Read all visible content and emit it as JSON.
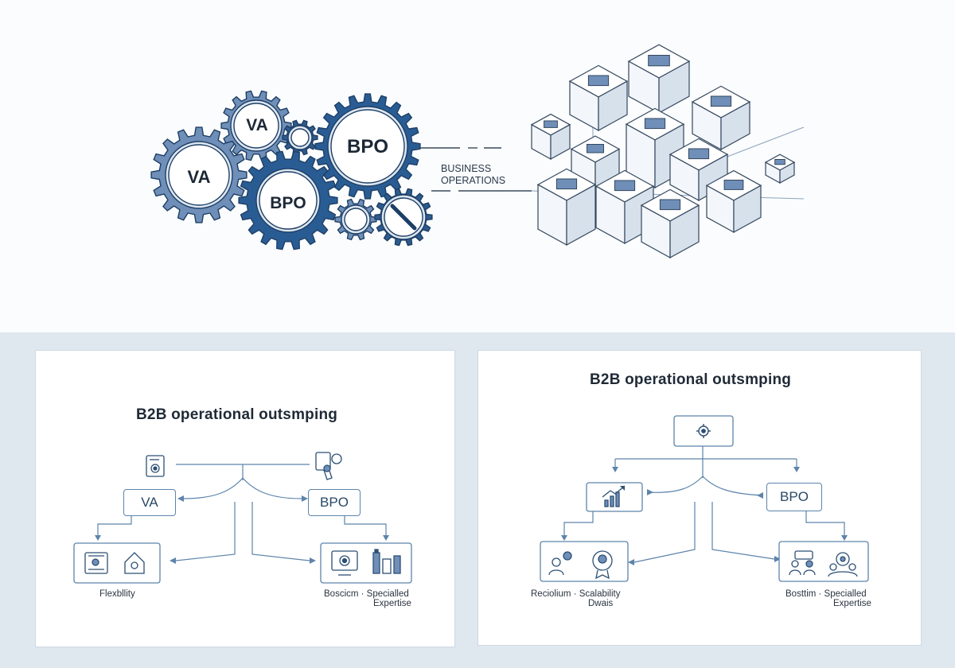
{
  "hero": {
    "gear_labels": [
      "VA",
      "VA",
      "BPO",
      "BPO"
    ],
    "connector_label_line1": "BUSINESS",
    "connector_label_line2": "OPERATIONS"
  },
  "panels": [
    {
      "title": "B2B operational outsmping",
      "nodes": {
        "left": "VA",
        "right": "BPO"
      },
      "captions": {
        "left": "Flexbllity",
        "right_line1": "Boscicm · Specialled",
        "right_line2": "Expertise"
      }
    },
    {
      "title": "B2B operational outsmping",
      "nodes": {
        "left_icon": "chart-icon",
        "right": "BPO"
      },
      "captions": {
        "left_line1": "Reciolium · Scalability",
        "left_line2": "Dwais",
        "right_line1": "Bosttim · Specialled",
        "right_line2": "Expertise"
      }
    }
  ],
  "colors": {
    "gear_fill": "#6f8fb8",
    "gear_dark": "#22508a",
    "line": "#5c84ab",
    "band": "#dfe7ef"
  }
}
